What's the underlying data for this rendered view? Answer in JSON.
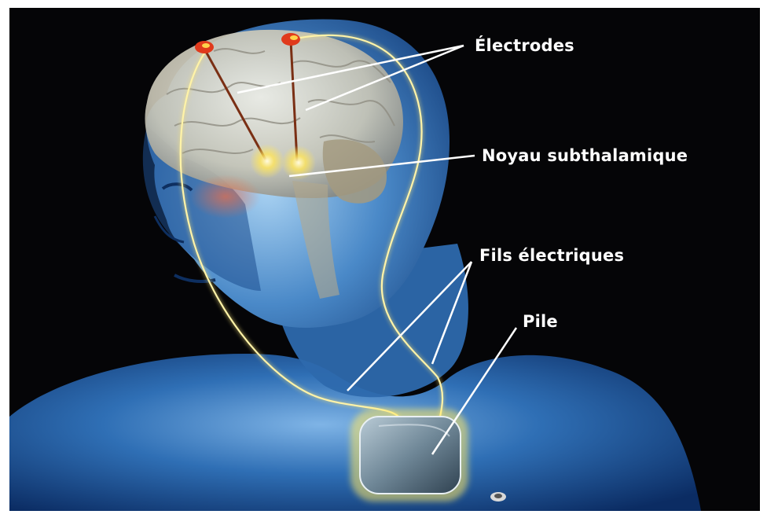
{
  "labels": {
    "electrodes": "Électrodes",
    "subthalamic_nucleus": "Noyau subthalamique",
    "wires": "Fils électriques",
    "battery": "Pile"
  },
  "colors": {
    "background": "#050507",
    "body_blue": "#2f6fb5",
    "wire_glow": "#f5e27a",
    "leader_line": "#ffffff",
    "electrode_tip": "#e03a1c"
  }
}
